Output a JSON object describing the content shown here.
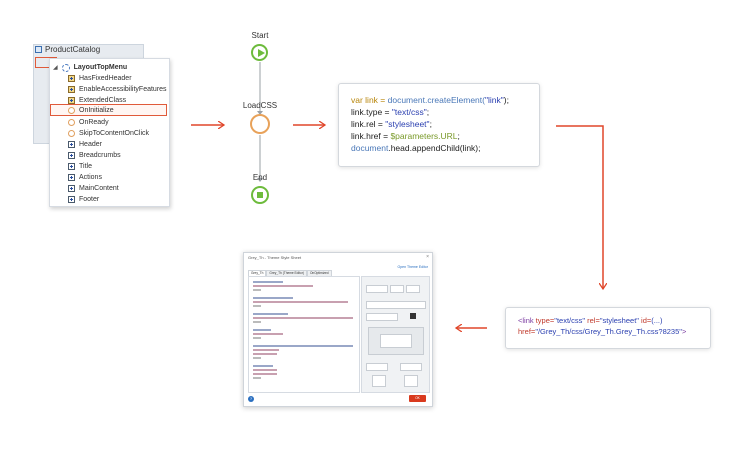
{
  "tree": {
    "back_title": "ProductCatalog",
    "root": "LayoutTopMenu",
    "items": [
      {
        "label": "HasFixedHeader",
        "icon": "placeholder-icon"
      },
      {
        "label": "EnableAccessibilityFeatures",
        "icon": "placeholder-icon"
      },
      {
        "label": "ExtendedClass",
        "icon": "placeholder-icon"
      },
      {
        "label": "OnInitialize",
        "icon": "event-icon"
      },
      {
        "label": "OnReady",
        "icon": "event-icon"
      },
      {
        "label": "SkipToContentOnClick",
        "icon": "event-icon"
      },
      {
        "label": "Header",
        "icon": "widget-icon"
      },
      {
        "label": "Breadcrumbs",
        "icon": "widget-icon"
      },
      {
        "label": "Title",
        "icon": "widget-icon"
      },
      {
        "label": "Actions",
        "icon": "widget-icon"
      },
      {
        "label": "MainContent",
        "icon": "widget-icon"
      },
      {
        "label": "Footer",
        "icon": "widget-icon"
      }
    ]
  },
  "flow": {
    "start": "Start",
    "node": "LoadCSS",
    "end": "End"
  },
  "code": {
    "l1_a": "var link = ",
    "l1_b": "document",
    "l1_c": ".createElement(",
    "l1_d": "\"link\"",
    "l1_e": ");",
    "l2_a": "link.type = ",
    "l2_b": "\"text/css\"",
    "l2_c": ";",
    "l3_a": "link.rel = ",
    "l3_b": "\"stylesheet\"",
    "l3_c": ";",
    "l4_a": "link.href = ",
    "l4_b": "$parameters.URL",
    "l4_c": ";",
    "l5_a": "document",
    "l5_b": ".head.appendChild(link);"
  },
  "link": {
    "l1_a": "<link ",
    "l1_b": "type=",
    "l1_c": "\"text/css\" ",
    "l1_d": "rel=",
    "l1_e": "\"stylesheet\" ",
    "l1_f": "id=",
    "l1_g": "(...)",
    "l2_a": "href=",
    "l2_b": "\"/Grey_Th/css/Grey_Th.Grey_Th.css?8235\"",
    "l2_c": ">"
  },
  "dialog": {
    "title": "Grey_Th - Theme Style Sheet",
    "close": "×",
    "link": "Open Theme Editor",
    "tabs": [
      "Grey_Th",
      "Grey_Th (Theme Editor)",
      "OnOptimized"
    ],
    "ok": "OK",
    "help": "?"
  },
  "colors": {
    "arrow": "#e0462a",
    "start_green": "#6dbb3c",
    "node_orange": "#e8a25a"
  }
}
